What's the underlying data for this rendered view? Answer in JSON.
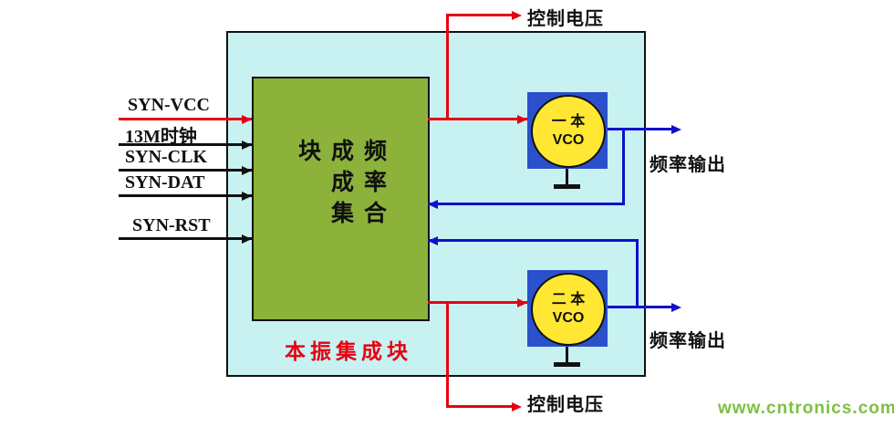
{
  "labels": {
    "control_voltage_top": "控制电压",
    "control_voltage_bottom": "控制电压",
    "freq_output_top": "频率输出",
    "freq_output_bottom": "频率输出",
    "outer_box": "本振集成块",
    "synth_block": "频率合成成集块",
    "watermark": "www.cntronics.com"
  },
  "inputs": [
    {
      "label": "SYN-VCC"
    },
    {
      "label": "13M时钟"
    },
    {
      "label": "SYN-CLK"
    },
    {
      "label": "SYN-DAT"
    },
    {
      "label": "SYN-RST"
    }
  ],
  "vcos": [
    {
      "name_line1": "一 本",
      "name_line2": "VCO"
    },
    {
      "name_line1": "二 本",
      "name_line2": "VCO"
    }
  ],
  "colors": {
    "red": "#e60012",
    "blue": "#1010cc",
    "box_fill": "#c8f2f1",
    "green_block": "#8cb23c",
    "vco_square": "#2b50cb",
    "vco_circle": "#ffe733",
    "watermark": "#7cc142"
  }
}
